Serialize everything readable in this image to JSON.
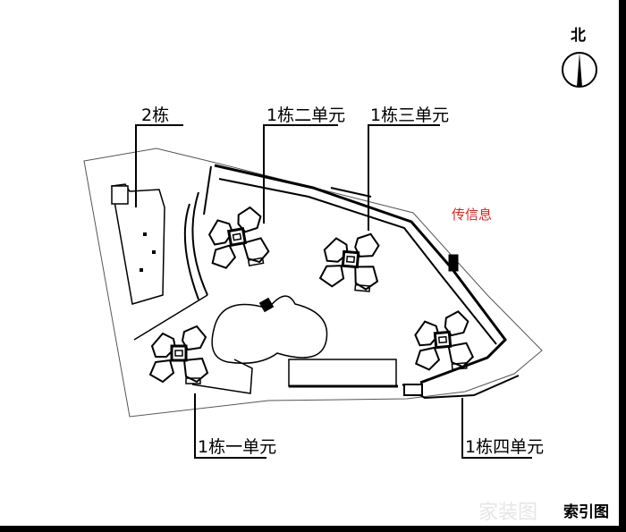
{
  "title": "索引图",
  "north_label": "北",
  "annotation": "传信息",
  "annotation_color": "#e0201c",
  "watermark": "家装图",
  "buildings": [
    {
      "label": "2栋"
    },
    {
      "label": "1栋二单元"
    },
    {
      "label": "1栋三单元"
    },
    {
      "label": "1栋一单元"
    },
    {
      "label": "1栋四单元"
    }
  ]
}
